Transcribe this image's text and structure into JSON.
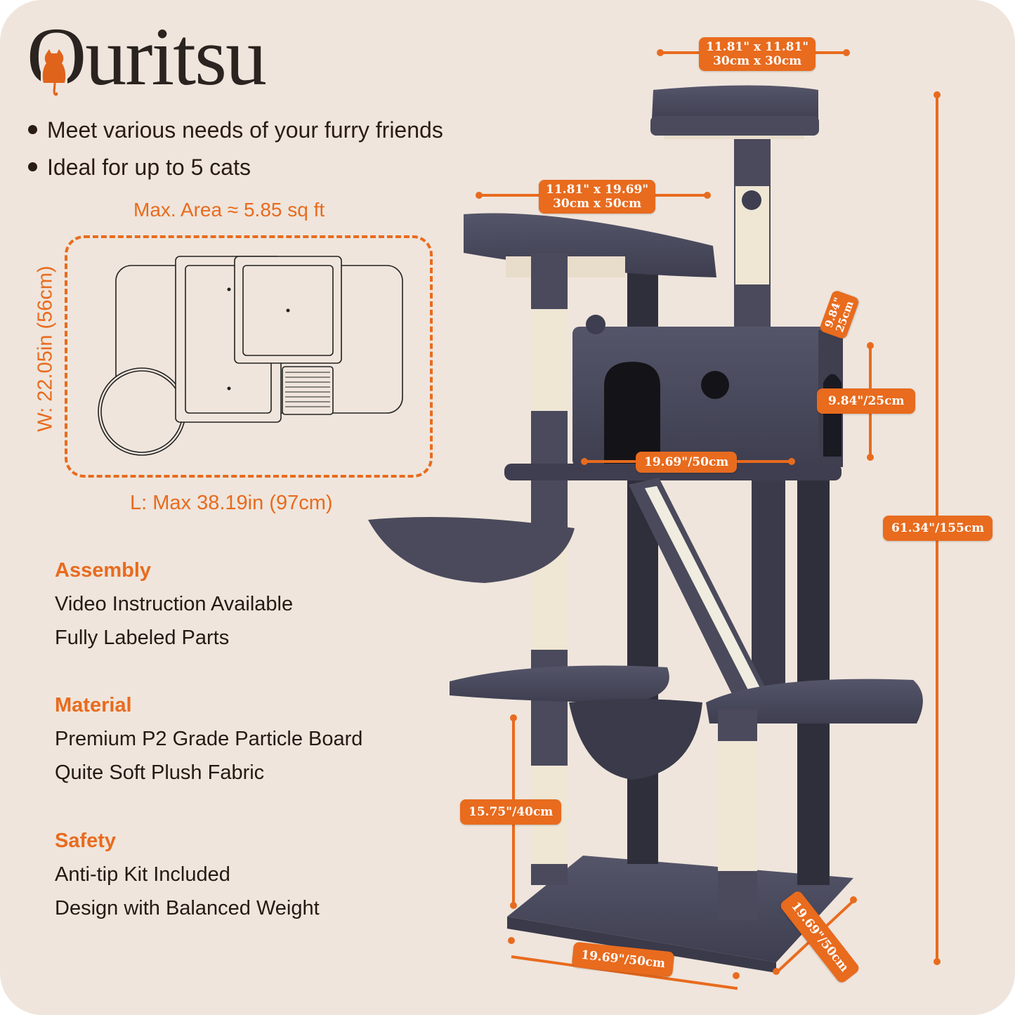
{
  "brand": {
    "name": "Ouritsu",
    "logo_icon": "cat-silhouette-icon",
    "accent_color": "#e86b1e"
  },
  "bullets": [
    "Meet various needs of your furry friends",
    "Ideal for up to 5 cats"
  ],
  "footprint": {
    "title": "Max. Area ≈ 5.85 sq ft",
    "width_label": "W: 22.05in (56cm)",
    "length_label": "L: Max 38.19in (97cm)"
  },
  "features": [
    {
      "title": "Assembly",
      "lines": [
        "Video Instruction Available",
        "Fully Labeled Parts"
      ]
    },
    {
      "title": "Material",
      "lines": [
        "Premium P2 Grade Particle Board",
        "Quite Soft Plush Fabric"
      ]
    },
    {
      "title": "Safety",
      "lines": [
        "Anti-tip Kit Included",
        "Design with Balanced Weight"
      ]
    }
  ],
  "dimensions": {
    "top_perch": {
      "line1": "11.81\" x 11.81\"",
      "line2": "30cm x 30cm"
    },
    "upper_perch": {
      "line1": "11.81\" x 19.69\"",
      "line2": "30cm x 50cm"
    },
    "condo_depth": {
      "line1": "9.84\"",
      "line2": "25cm"
    },
    "condo_height": "9.84\"/25cm",
    "condo_width": "19.69\"/50cm",
    "total_height": "61.34\"/155cm",
    "bottom_post": "15.75\"/40cm",
    "base_length": "19.69\"/50cm",
    "base_width": "19.69\"/50cm"
  },
  "colors": {
    "background": "#efe5dc",
    "accent": "#e86b1e",
    "text": "#241a14",
    "plush": "#4a4a5c",
    "sisal": "#efe6d4"
  }
}
